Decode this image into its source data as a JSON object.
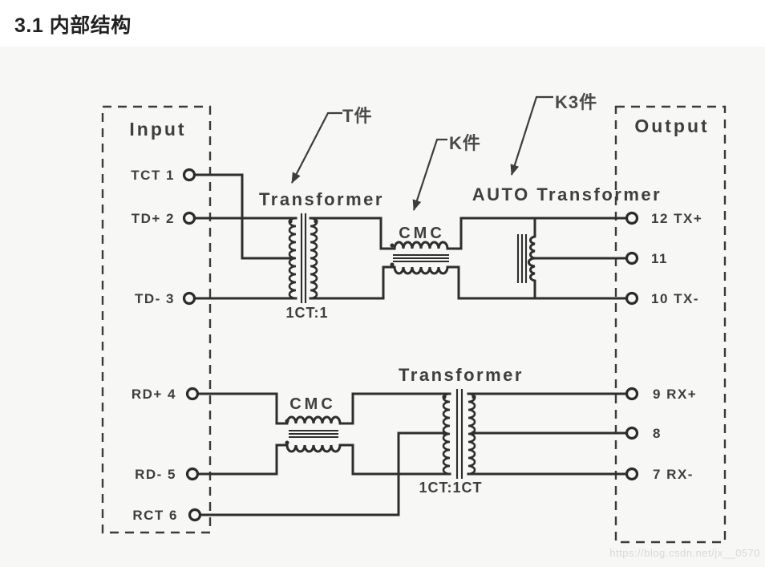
{
  "page": {
    "title": "3.1 内部结构",
    "watermark": "https://blog.csdn.net/jx__0570"
  },
  "colors": {
    "wire": "#2e2e2e",
    "label_text": "#3e3e3e",
    "callout_text": "#4a4a4a",
    "diagram_background": "#f7f7f5",
    "page_background": "#ffffff",
    "watermark_text": "#d8d8d8"
  },
  "diagram": {
    "input_box": {
      "label": "Input",
      "pins": [
        "TCT 1",
        "TD+ 2",
        "TD- 3",
        "RD+ 4",
        "RD- 5",
        "RCT 6"
      ]
    },
    "output_box": {
      "label": "Output",
      "pins": [
        "12 TX+",
        "11",
        "10 TX-",
        "9 RX+",
        "8",
        "7 RX-"
      ]
    },
    "components": {
      "transformer_top": {
        "label": "Transformer",
        "ratio": "1CT:1"
      },
      "cmc_top": {
        "label": "CMC"
      },
      "auto_transformer": {
        "label": "AUTO Transformer"
      },
      "cmc_bottom": {
        "label": "CMC"
      },
      "transformer_bottom": {
        "label": "Transformer",
        "ratio": "1CT:1CT"
      }
    },
    "callouts": [
      {
        "label": "T件",
        "target": "transformer_top"
      },
      {
        "label": "K件",
        "target": "cmc_top"
      },
      {
        "label": "K3件",
        "target": "auto_transformer"
      }
    ]
  }
}
